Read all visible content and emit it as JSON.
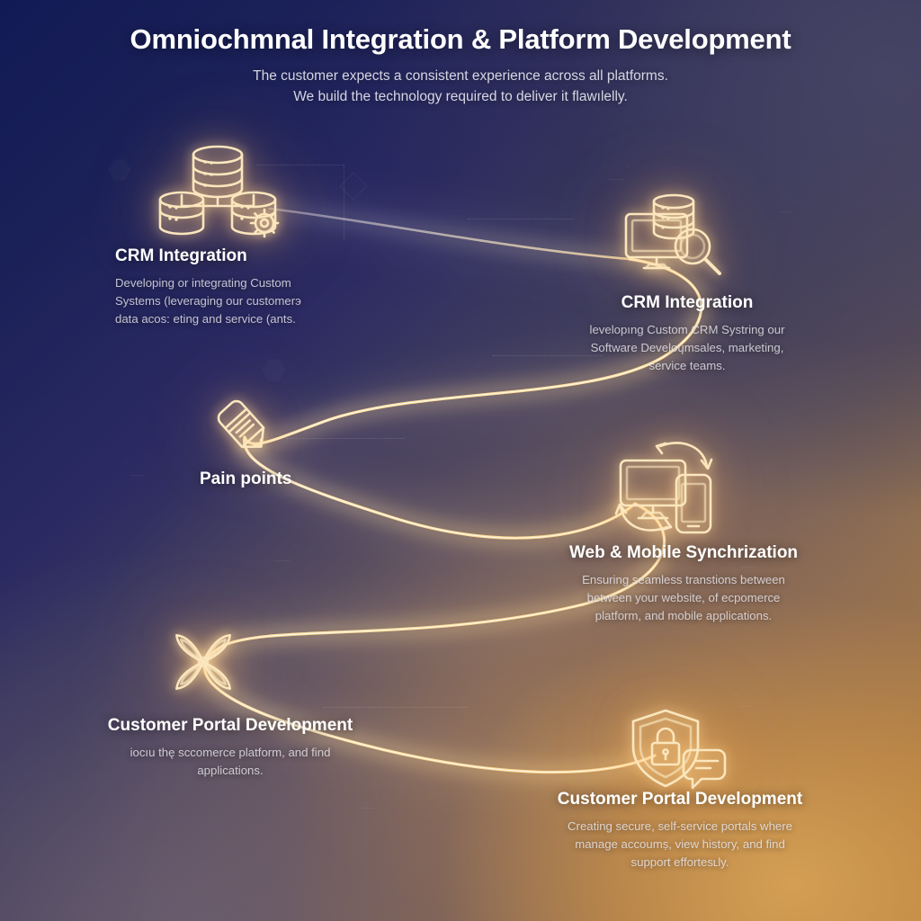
{
  "header": {
    "title": "Omniochmnal Integration & Platform Development",
    "subtitle_line1": "The customer expects a consistent experience across all platforms.",
    "subtitle_line2": "We build the technology required to deliver it flawılelly."
  },
  "colors": {
    "background_top_left": "#141c55",
    "background_top_right": "#454463",
    "background_bottom_left": "#5a5066",
    "background_bottom_right": "#b5813f",
    "glow_path": "#ffe3ac",
    "icon_stroke": "#fbe6bd",
    "title_text": "#ffffff",
    "body_text": "#e6e4ef"
  },
  "nodes": [
    {
      "id": "crm-integration-left",
      "icon": "database-network-gear-icon",
      "title": "CRM Integration",
      "desc_lines": [
        "Developing or integrating Custom",
        "Systems (leveraging our customerэ",
        "data acos: eting and service (ants."
      ]
    },
    {
      "id": "crm-integration-right",
      "icon": "monitor-database-search-icon",
      "title": "CRM Integration",
      "desc_lines": [
        "levelopıng Custom CRM Systring our",
        "Software Develoųmsales, marketing,",
        "service teams."
      ]
    },
    {
      "id": "pain-points",
      "icon": "pencil-icon",
      "title": "Pain points",
      "desc_lines": []
    },
    {
      "id": "web-mobile-sync",
      "icon": "devices-sync-icon",
      "title": "Web & Mobile Synchrization",
      "desc_lines": [
        "Ensuring seamless transtions between",
        "between your website, of ecpomerce",
        "platform, and mobile applications."
      ]
    },
    {
      "id": "customer-portal-left",
      "icon": "four-petal-pinwheel-icon",
      "title": "Customer Portal Development",
      "desc_lines": [
        "ioсıu thę sccomerce platform, and find",
        "applications."
      ]
    },
    {
      "id": "customer-portal-right",
      "icon": "shield-lock-chat-icon",
      "title": "Customer Portal Development",
      "desc_lines": [
        "Creating secure, self-service portals where",
        "manage accoumṣ, view history, and find",
        "support effortesʟly."
      ]
    }
  ]
}
